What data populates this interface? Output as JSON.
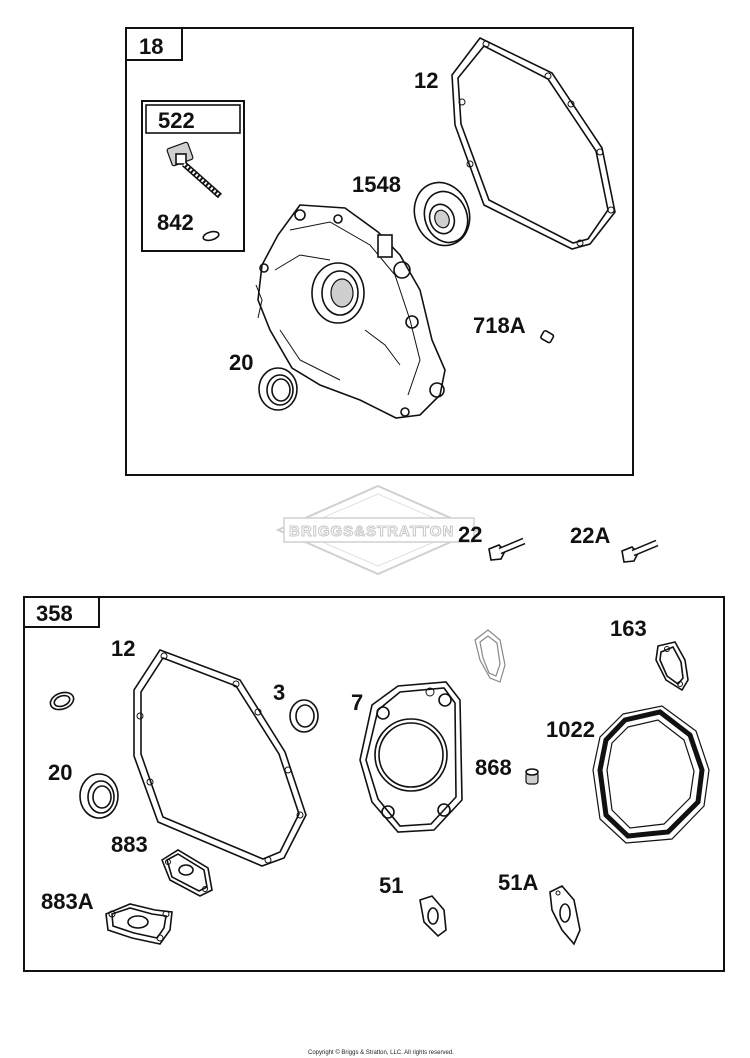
{
  "watermark": "BRIGGS&STRATTON",
  "copyright": "Copyright © Briggs & Stratton, LLC. All rights reserved.",
  "boxes": {
    "top": "18",
    "inset": "522",
    "bottom": "358"
  },
  "labels": {
    "l12_top": "12",
    "l1548": "1548",
    "l842": "842",
    "l718A": "718A",
    "l20_top": "20",
    "l22": "22",
    "l22A": "22A",
    "l12_bot": "12",
    "l3": "3",
    "l7": "7",
    "l163": "163",
    "l1022": "1022",
    "l20_bot": "20",
    "l868": "868",
    "l883": "883",
    "l883A": "883A",
    "l51": "51",
    "l51A": "51A"
  }
}
